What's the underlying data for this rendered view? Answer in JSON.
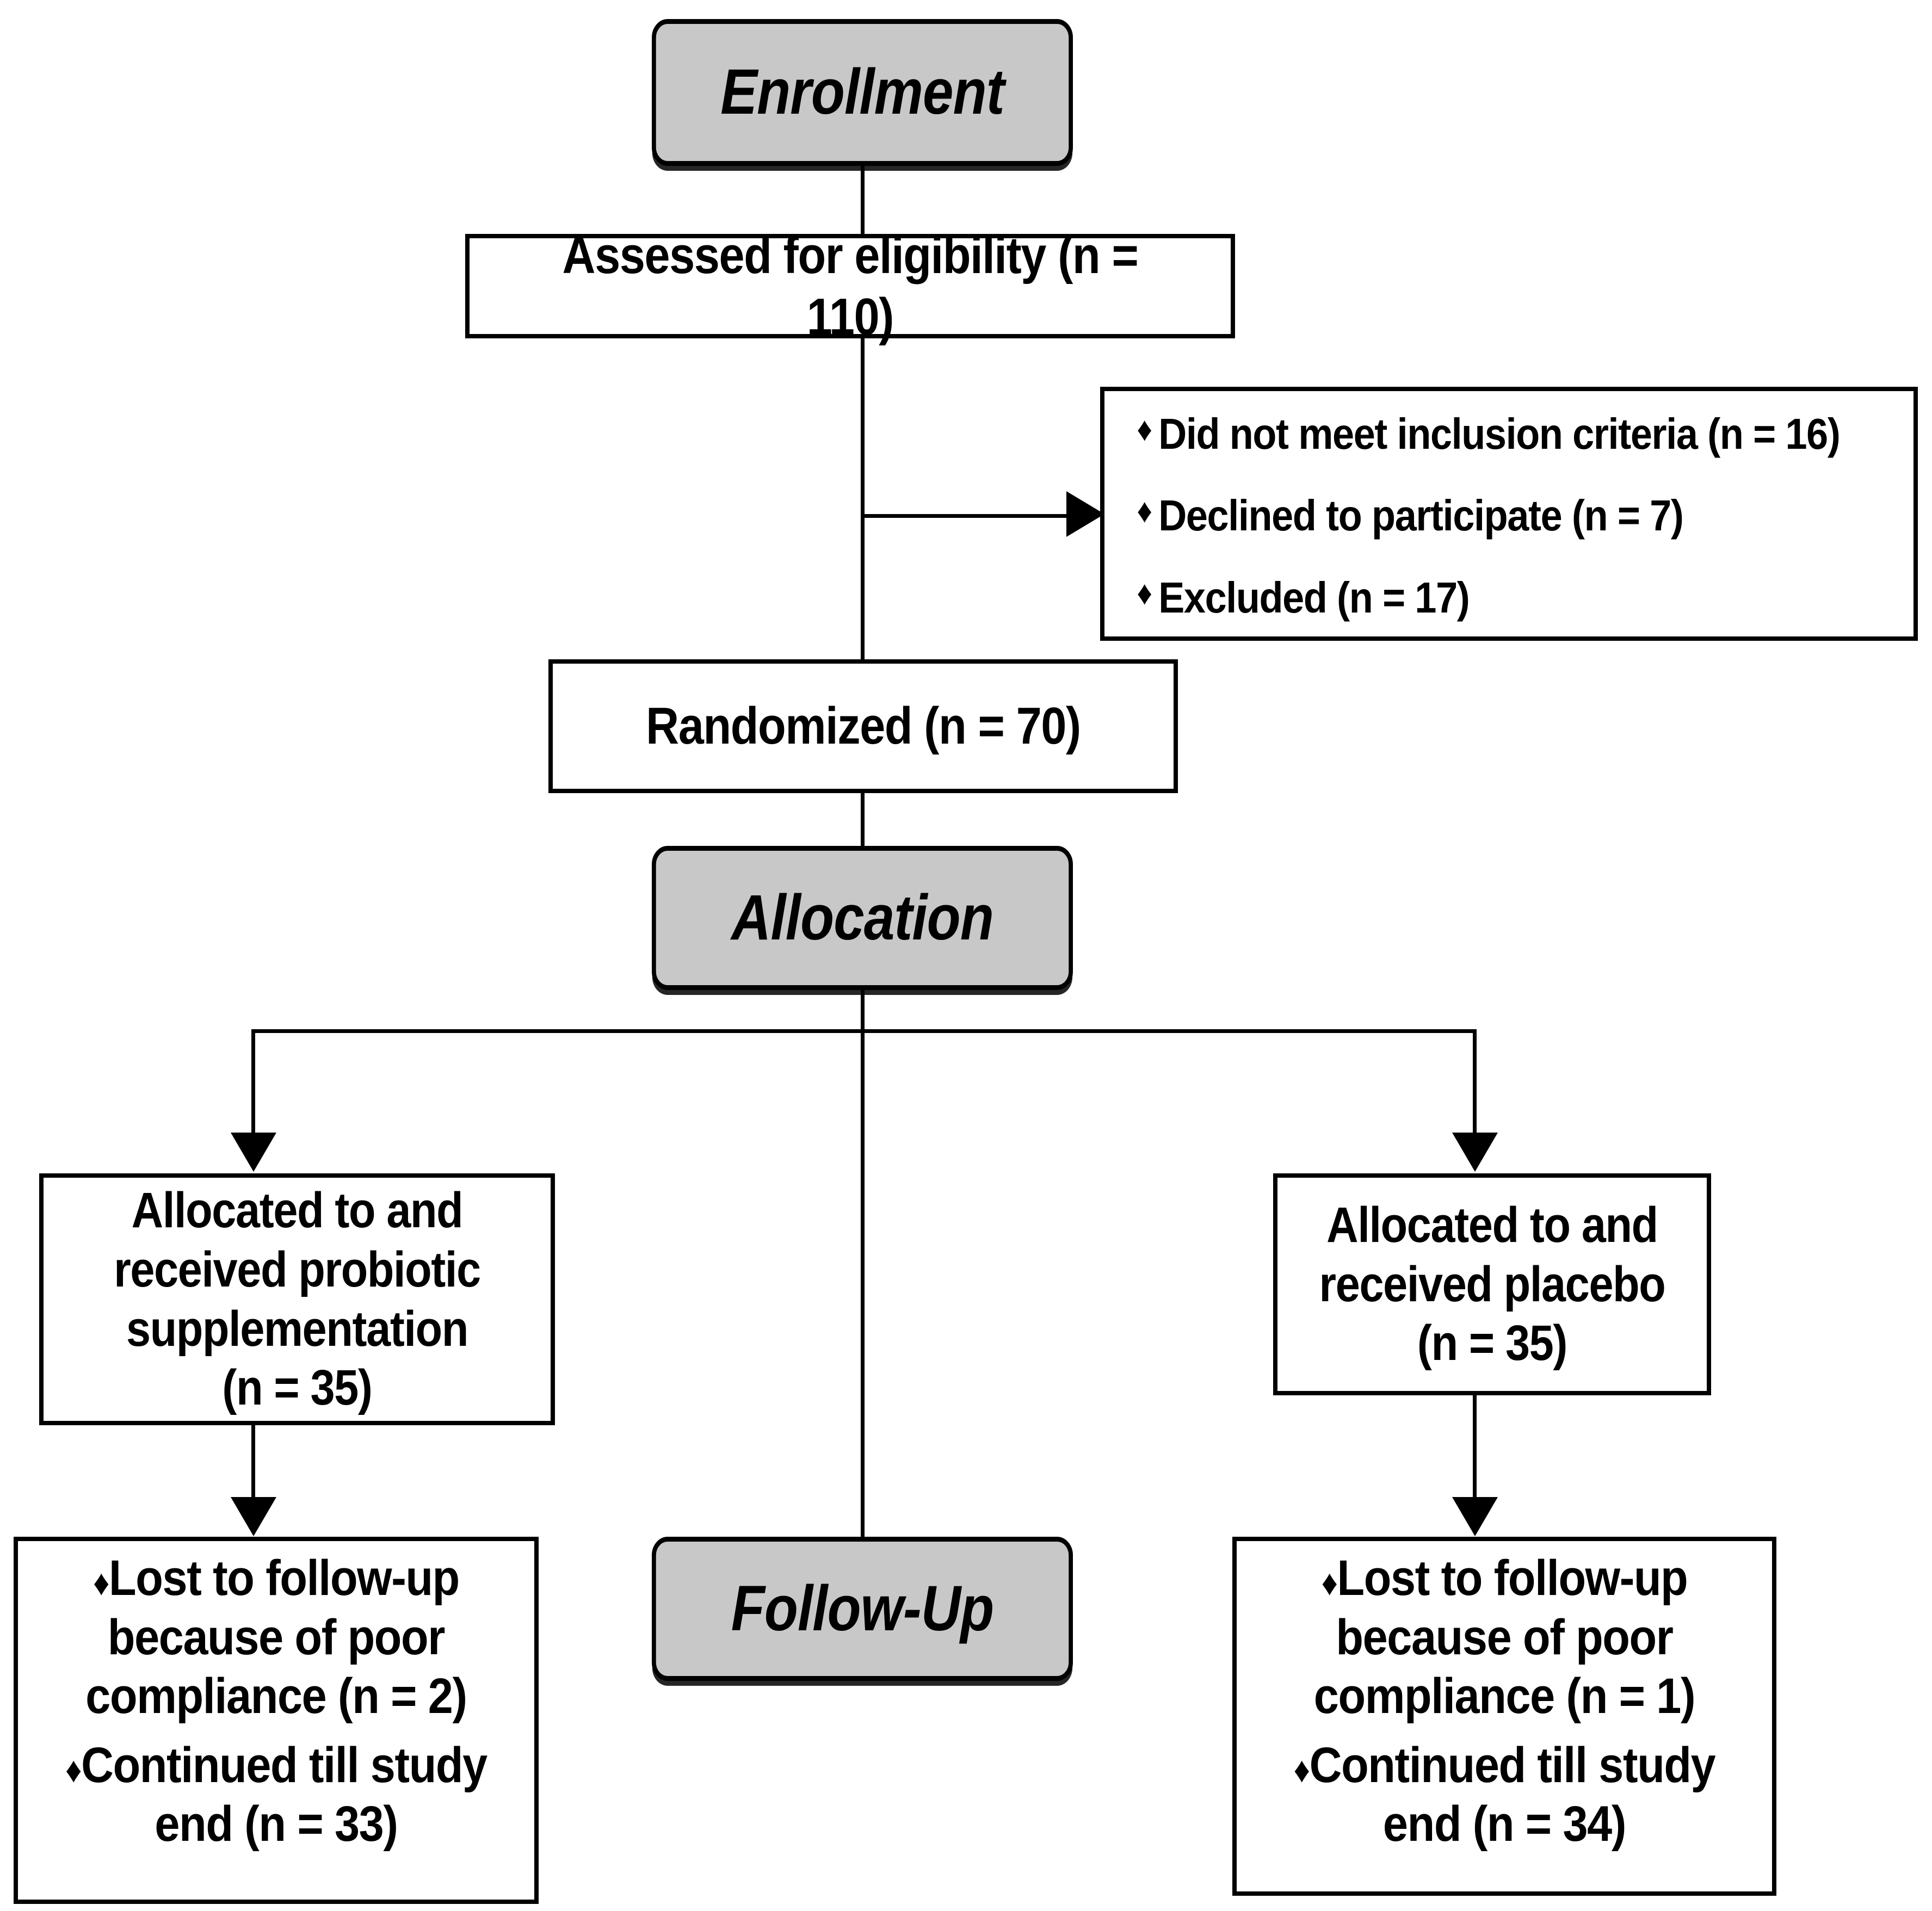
{
  "diagram": {
    "title": "CONSORT participant flow diagram",
    "colors": {
      "stage_fill": "#c8c8c8",
      "box_fill": "#ffffff",
      "stroke": "#000000"
    },
    "stages": {
      "enrollment": "Enrollment",
      "allocation": "Allocation",
      "follow_up": "Follow-Up"
    },
    "nodes": {
      "assessed": "Assessed for eligibility (n = 110)",
      "randomized": "Randomized (n = 70)",
      "allocated_probiotic": "Allocated to and\nreceived probiotic\nsupplementation\n(n = 35)",
      "allocated_placebo": "Allocated to and\nreceived placebo\n(n = 35)"
    },
    "excluded": {
      "bullet_glyph": "♦",
      "items": [
        "Did not meet inclusion criteria (n = 16)",
        "Declined to participate (n = 7)",
        "Excluded (n = 17)"
      ]
    },
    "followup_probiotic": {
      "bullet_glyph": "♦",
      "items": [
        "Lost to follow-up because of poor compliance (n = 2)",
        "Continued till study end (n = 33)"
      ]
    },
    "followup_placebo": {
      "bullet_glyph": "♦",
      "items": [
        "Lost to follow-up because of poor compliance (n = 1)",
        "Continued till study end (n = 34)"
      ]
    },
    "counts": {
      "assessed": 110,
      "did_not_meet_inclusion": 16,
      "declined": 7,
      "excluded": 17,
      "randomized": 70,
      "probiotic_allocated": 35,
      "placebo_allocated": 35,
      "probiotic_lost": 2,
      "probiotic_completed": 33,
      "placebo_lost": 1,
      "placebo_completed": 34
    }
  }
}
